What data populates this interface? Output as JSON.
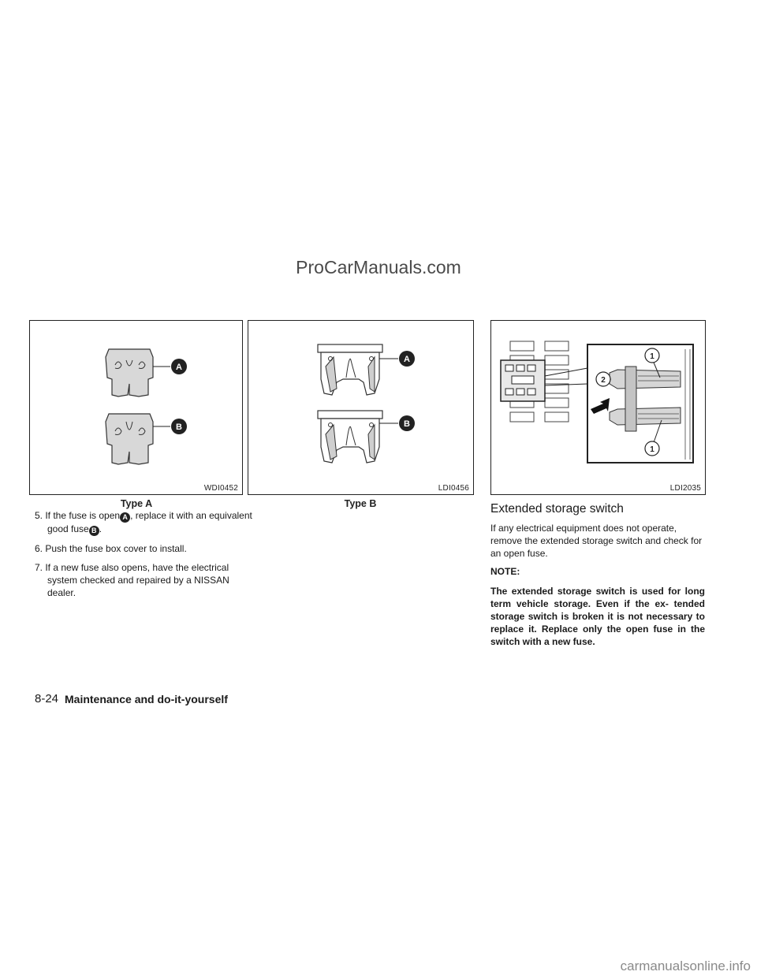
{
  "watermark_top": "ProCarManuals.com",
  "figures": [
    {
      "code": "WDI0452",
      "caption": "Type A",
      "labels": [
        "A",
        "B"
      ]
    },
    {
      "code": "LDI0456",
      "caption": "Type B",
      "labels": [
        "A",
        "B"
      ]
    },
    {
      "code": "LDI2035",
      "labels": [
        "1",
        "2",
        "1"
      ]
    }
  ],
  "steps": [
    {
      "prefix": "5. If the fuse is open",
      "ref1": "A",
      "middle": ", replace it with an equivalent good fuse",
      "ref2": "B",
      "suffix": "."
    },
    {
      "text": "6. Push the fuse box cover to install."
    },
    {
      "text": "7. If a new fuse also opens, have the electrical system checked and repaired by a NISSAN dealer."
    }
  ],
  "section": {
    "title": "Extended storage switch",
    "body": "If any electrical equipment does not operate, remove the extended storage switch and check for an open fuse.",
    "note_label": "NOTE:",
    "note_text": "The extended storage switch is used for long term vehicle storage. Even if the ex- tended storage switch is broken it is not necessary to replace it. Replace only the open fuse in the switch with a new fuse."
  },
  "footer": {
    "page": "8-24",
    "title": "Maintenance and do-it-yourself"
  },
  "watermark_bottom": "carmanualsonline.info"
}
